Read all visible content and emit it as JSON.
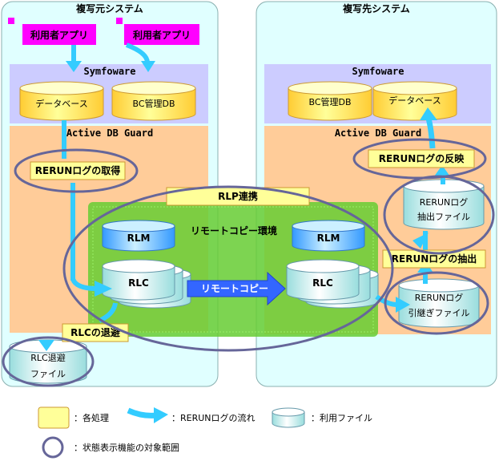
{
  "source": {
    "title": "複写元システム",
    "app1": "利用者アプリ",
    "app2": "利用者アプリ",
    "symfoware": "Symfoware",
    "db": "データベース",
    "bcdb": "BC管理DB",
    "guard": "Active DB Guard",
    "rerun_get": "RERUNログの取得",
    "rlc_evac": "RLCの退避",
    "rlc_file_line1": "RLC退避",
    "rlc_file_line2": "ファイル"
  },
  "target": {
    "title": "複写先システム",
    "symfoware": "Symfoware",
    "bcdb": "BC管理DB",
    "db": "データベース",
    "guard": "Active DB Guard",
    "rerun_apply": "RERUNログの反映",
    "extract_file_line1": "RERUNログ",
    "extract_file_line2": "抽出ファイル",
    "rerun_extract": "RERUNログの抽出",
    "handover_file_line1": "RERUNログ",
    "handover_file_line2": "引継ぎファイル"
  },
  "remote": {
    "rlp": "RLP連携",
    "env": "リモートコピー環境",
    "rlm_left": "RLM",
    "rlm_right": "RLM",
    "rlc_left": "RLC",
    "rlc_right": "RLC",
    "copy": "リモートコピー"
  },
  "legend": {
    "process": "：各処理",
    "flow": "：RERUNログの流れ",
    "file": "：利用ファイル",
    "scope": "：状態表示機能の対象範囲"
  },
  "colors": {
    "system_bg": "#e0ffff",
    "symfoware_bg": "#ccccff",
    "guard_bg": "#ffcc99",
    "remote_green": "#66cc33",
    "process_box": "#ffff99",
    "app_magenta": "#ff00ff",
    "flow_cyan": "#33ccff",
    "copy_blue": "#3366ff",
    "scope_ellipse": "#666699"
  }
}
